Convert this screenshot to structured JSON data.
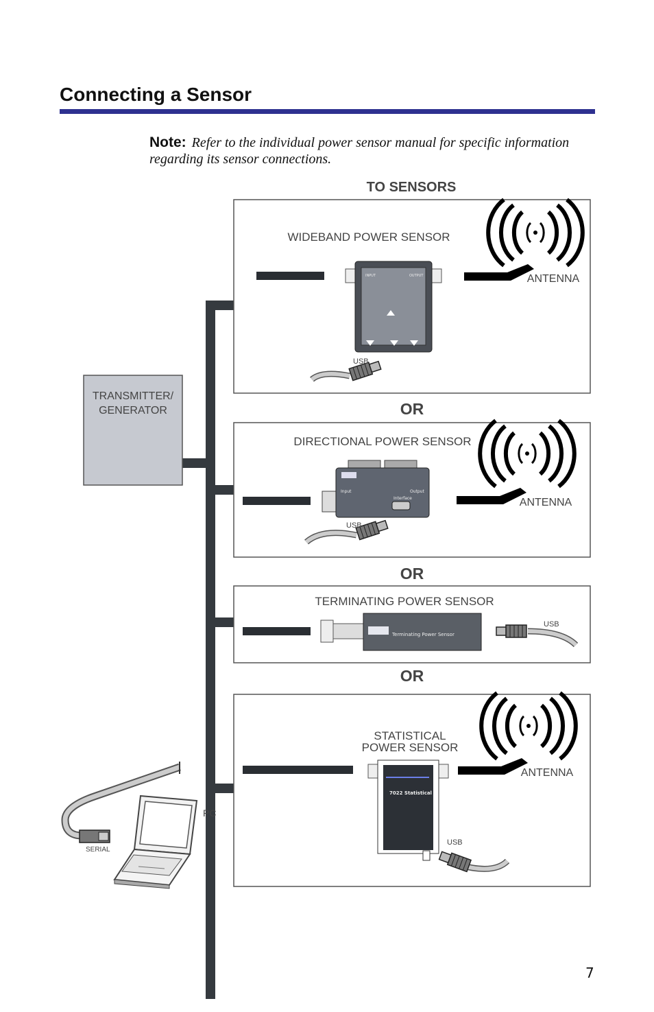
{
  "page": {
    "title": "Connecting a Sensor",
    "note_label": "Note:",
    "note_text": "Refer to the individual power sensor manual for specific information regarding its sensor connections.",
    "page_number": "7"
  },
  "diagram": {
    "to_sensors": "TO SENSORS",
    "or_label": "OR",
    "transmitter_line1": "TRANSMITTER/",
    "transmitter_line2": "GENERATOR",
    "wideband_label": "WIDEBAND POWER SENSOR",
    "directional_label": "DIRECTIONAL POWER SENSOR",
    "terminating_label": "TERMINATING POWER SENSOR",
    "statistical_line1": "STATISTICAL",
    "statistical_line2": "POWER SENSOR",
    "antenna": "ANTENNA",
    "usb": "USB",
    "pc": "PC",
    "serial": "SERIAL",
    "wideband_device_text": [
      "INPUT",
      "OUTPUT"
    ],
    "directional_device_text": [
      "Input",
      "Output",
      "Interface"
    ],
    "terminating_device_text": [
      "Terminating Power Sensor"
    ],
    "statistical_device_text": [
      "7022 Statistical"
    ],
    "colors": {
      "rule": "#2e3190",
      "cable": "#353a3f",
      "box": "#c6c9d0"
    }
  }
}
